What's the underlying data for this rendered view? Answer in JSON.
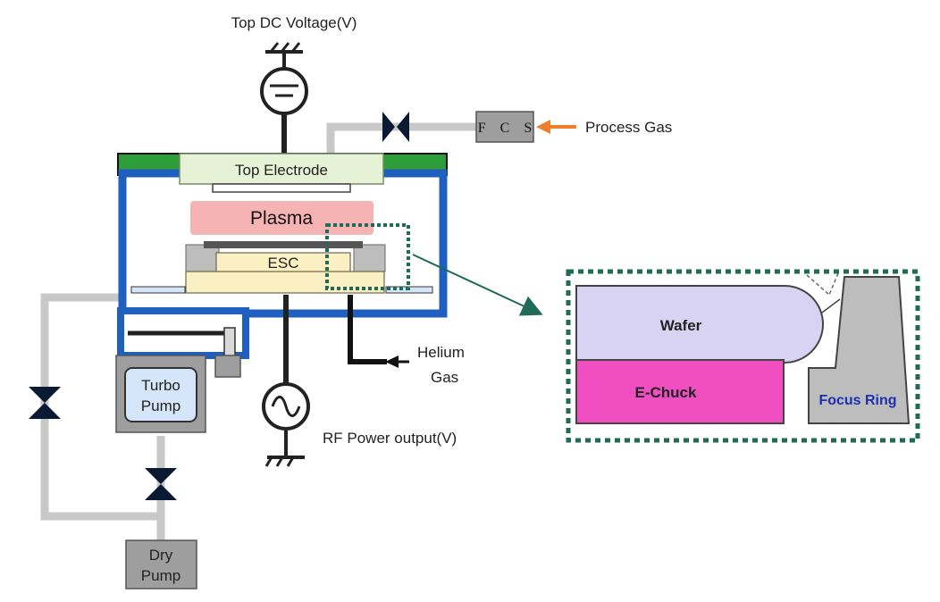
{
  "labels": {
    "top_dc_voltage": "Top DC Voltage(V)",
    "fcs": "F C S",
    "process_gas": "Process Gas",
    "top_electrode": "Top Electrode",
    "plasma": "Plasma",
    "esc": "ESC",
    "turbo_pump_line1": "Turbo",
    "turbo_pump_line2": "Pump",
    "helium_gas_line1": "Helium",
    "helium_gas_line2": "Gas",
    "rf_power_output": "RF Power output(V)",
    "dry_pump_line1": "Dry",
    "dry_pump_line2": "Pump"
  },
  "detail": {
    "wafer": "Wafer",
    "e_chuck": "E-Chuck",
    "focus_ring": "Focus Ring"
  },
  "colors": {
    "chamber_wall": "#1f5fbf",
    "seal": "#2e9e3a",
    "electrode_fill": "#e6f2d6",
    "plasma_fill": "#f6b3b3",
    "esc_fill": "#fbefc4",
    "pipe": "#c8c8c8",
    "pump_box": "#9e9e9e",
    "turbo_inner": "#d6e6fa",
    "zoom_border": "#1f6b55",
    "process_gas_arrow": "#f07d2a",
    "wafer_fill": "#d8d3f2",
    "chuck_fill": "#f04fc2",
    "focus_ring_fill": "#bdbdbd",
    "focus_ring_text": "#1c2fb0"
  }
}
